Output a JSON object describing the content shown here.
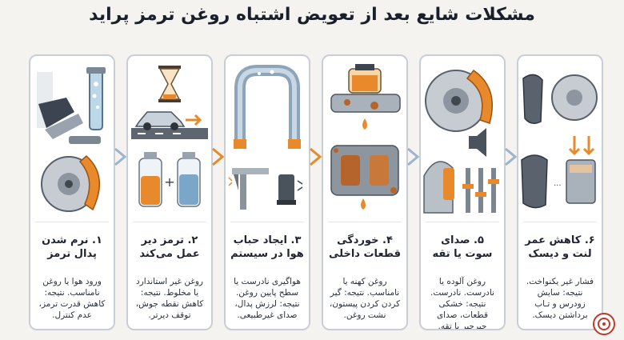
{
  "title": "مشکلات شایع بعد از تعویض اشتباه روغن ترمز پراید",
  "cards": [
    {
      "heading": "۱. نرم شدن پدال ترمز",
      "description": "ورود هوا یا روغن نامناسب. نتیجه: کاهش قدرت ترمز، عدم کنترل."
    },
    {
      "heading": "۲. ترمز دیر عمل می‌کند",
      "description": "روغن غیر استاندارد یا مخلوط. نتیجه: کاهش نقطه جوش، توقف دیرتر."
    },
    {
      "heading": "۳. ایجاد حباب هوا در سیستم",
      "description": "هواگیری نادرست یا سطح پایین روغن. نتیجه: لرزش پدال، صدای غیرطبیعی."
    },
    {
      "heading": "۴. خوردگی قطعات داخلی",
      "description": "روغن کهنه یا نامناسب. نتیجه: گیر کردن کردن پیستون، نشت روغن."
    },
    {
      "heading": "۵. صدای سوت یا تقه",
      "description": "روغن آلوده یا نادرست. نادرست. نتیجه: خشکی قطعات، صدای جیرجیر یا تقه."
    },
    {
      "heading": "۶. کاهش عمر لنت و دیسک",
      "description": "فشار غیر یکنواخت. نتیجه: سایش زودرس و تـاب برداشتن دیسک."
    }
  ],
  "icons": {
    "card1": [
      "brake-pedal-icon",
      "brake-fluid-tube-icon",
      "brake-disc-caliper-icon"
    ],
    "card2": [
      "hourglass-icon",
      "car-on-road-icon",
      "arrow-right-icon",
      "fluid-bottle-icon",
      "fluid-bottle-icon"
    ],
    "card3": [
      "brake-hose-icon",
      "vernier-caliper-icon",
      "brake-pedal-vibration-icon"
    ],
    "card4": [
      "master-cylinder-icon",
      "rusty-caliper-icon",
      "fluid-drop-icon"
    ],
    "card5": [
      "brake-disc-caliper-icon",
      "speaker-icon",
      "suspension-rods-icon"
    ],
    "card6": [
      "brake-pad-icon",
      "worn-brake-pad-icon",
      "down-arrow-icon"
    ],
    "brand": "brake-disc-logo-icon"
  },
  "colors": {
    "accent_orange": "#e8892b",
    "arrow_blue": "#9db4cc",
    "card_border": "#c9ced6",
    "rust": "#b5652b"
  }
}
